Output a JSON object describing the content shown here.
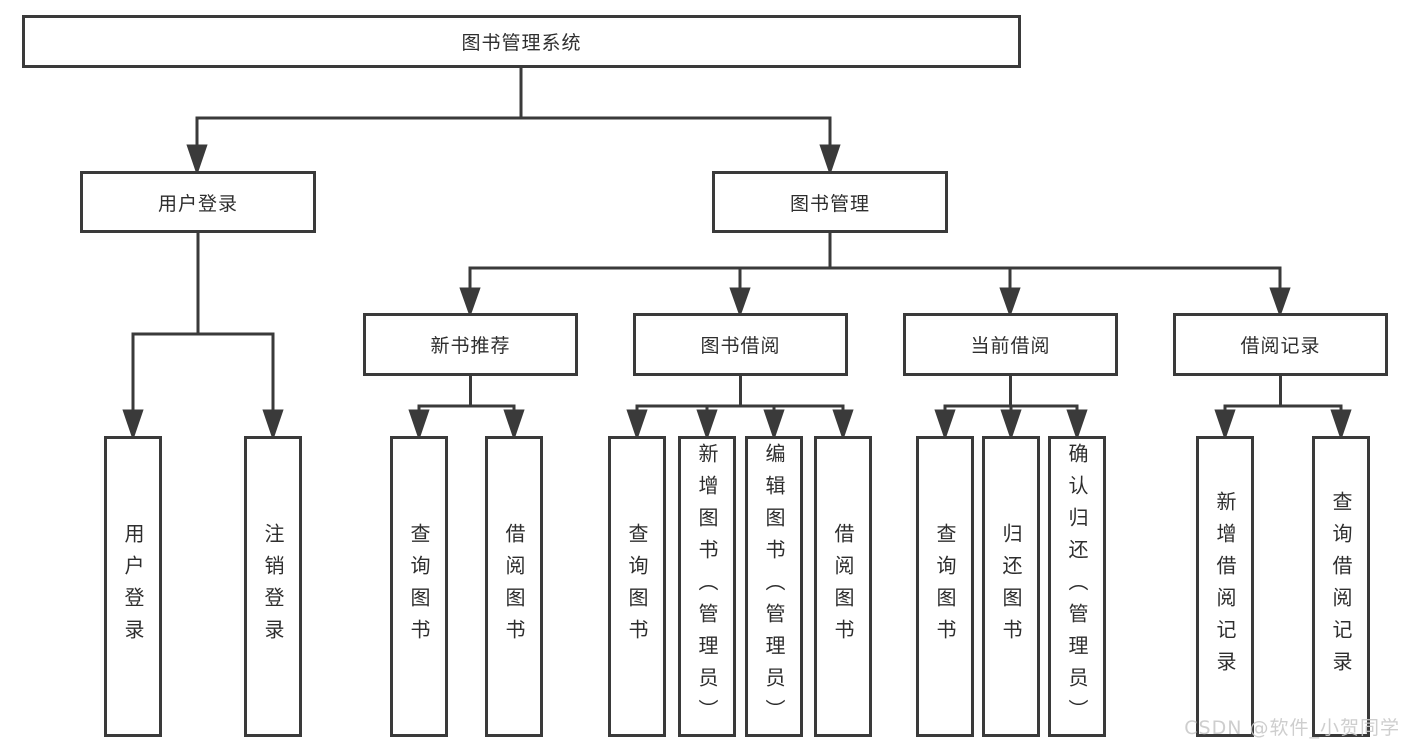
{
  "diagram": {
    "root": "图书管理系统",
    "branches": [
      {
        "label": "用户登录",
        "children": [
          "用户登录",
          "注销登录"
        ]
      },
      {
        "label": "图书管理",
        "children": [
          {
            "label": "新书推荐",
            "children": [
              "查询图书",
              "借阅图书"
            ]
          },
          {
            "label": "图书借阅",
            "children": [
              "查询图书",
              "新增图书（管理员）",
              "编辑图书（管理员）",
              "借阅图书"
            ]
          },
          {
            "label": "当前借阅",
            "children": [
              "查询图书",
              "归还图书",
              "确认归还（管理员）"
            ]
          },
          {
            "label": "借阅记录",
            "children": [
              "新增借阅记录",
              "查询借阅记录"
            ]
          }
        ]
      }
    ]
  },
  "watermark": "CSDN @软件_小贺同学",
  "colors": {
    "line": "#3a3a3a",
    "text": "#2e2e2e",
    "background": "#ffffff",
    "watermark": "#c9c9c9"
  }
}
